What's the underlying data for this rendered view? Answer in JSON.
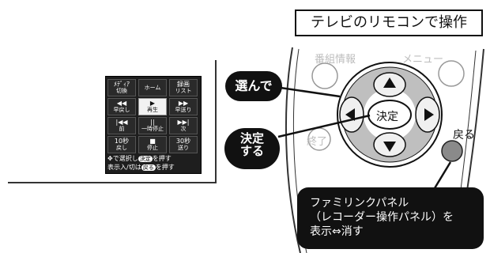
{
  "title": "テレビのリモコンで操作",
  "tv_panel": {
    "buttons": [
      {
        "line1": "ﾒﾃﾞｨｱ",
        "line2": "切換"
      },
      {
        "line1": "ホーム",
        "line2": ""
      },
      {
        "line1": "録画",
        "line2": "リスト"
      },
      {
        "line1": "◀◀",
        "line2": "早戻し"
      },
      {
        "line1": "▶",
        "line2": "再生"
      },
      {
        "line1": "▶▶",
        "line2": "早送り"
      },
      {
        "line1": "|◀◀",
        "line2": "前"
      },
      {
        "line1": "||",
        "line2": "一時停止"
      },
      {
        "line1": "▶▶|",
        "line2": "次"
      },
      {
        "line1": "10秒",
        "line2": "戻し"
      },
      {
        "line1": "■",
        "line2": "停止"
      },
      {
        "line1": "30秒",
        "line2": "送り"
      }
    ],
    "help_line1_pre": "で選択し",
    "help_line1_chip": "決定",
    "help_line1_post": "を押す",
    "help_line2_pre": "表示入/切は",
    "help_line2_chip": "戻る",
    "help_line2_post": "を押す"
  },
  "remote": {
    "top_labels": [
      "番組情報",
      "メニュー"
    ],
    "side_label": "終了",
    "center_label": "決定",
    "back_label": "戻る"
  },
  "callouts": {
    "select": "選んで",
    "confirm_line1": "決定",
    "confirm_line2": "する",
    "panel_line1": "ファミリンクパネル",
    "panel_line2": "（レコーダー操作パネル）を",
    "panel_line3": "表示⇔消す"
  }
}
